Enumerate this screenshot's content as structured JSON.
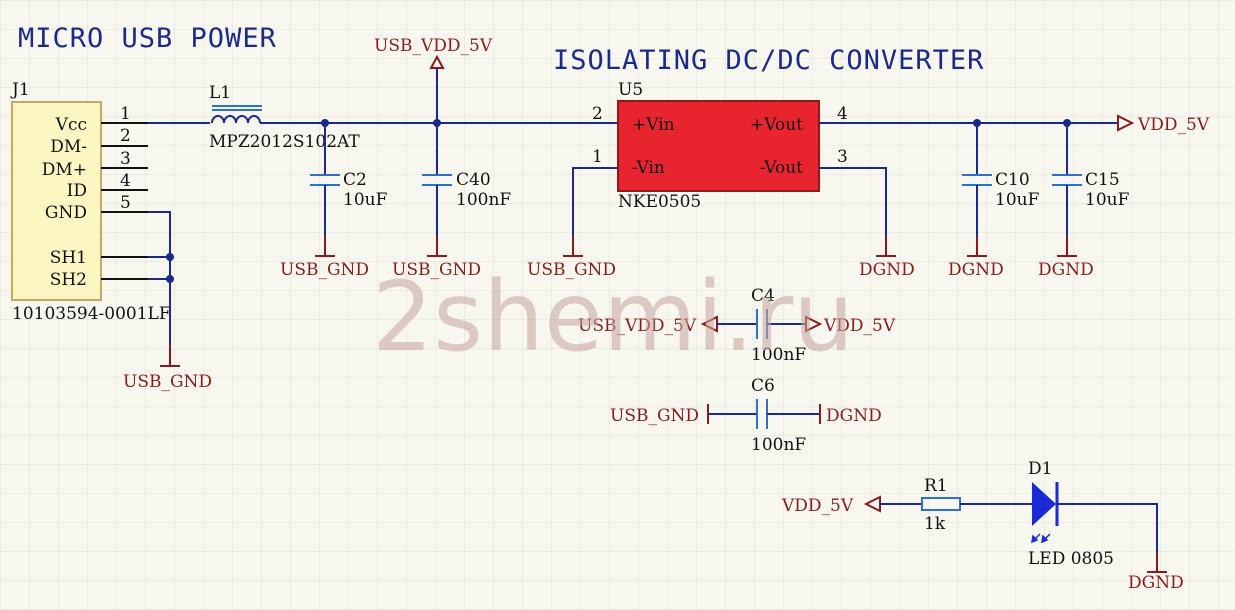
{
  "titles": {
    "left": "MICRO USB POWER",
    "right": "ISOLATING DC/DC CONVERTER"
  },
  "watermark": "2shemi.ru",
  "connector": {
    "designator": "J1",
    "part": "10103594-0001LF",
    "pins": [
      {
        "name": "Vcc",
        "num": "1"
      },
      {
        "name": "DM-",
        "num": "2"
      },
      {
        "name": "DM+",
        "num": "3"
      },
      {
        "name": "ID",
        "num": "4"
      },
      {
        "name": "GND",
        "num": "5"
      },
      {
        "name": "SH1",
        "num": ""
      },
      {
        "name": "SH2",
        "num": ""
      }
    ]
  },
  "inductor": {
    "designator": "L1",
    "part": "MPZ2012S102AT"
  },
  "converter": {
    "designator": "U5",
    "part": "NKE0505",
    "pins": [
      {
        "name": "+Vin",
        "num": "2"
      },
      {
        "name": "-Vin",
        "num": "1"
      },
      {
        "name": "+Vout",
        "num": "4"
      },
      {
        "name": "-Vout",
        "num": "3"
      }
    ]
  },
  "capacitors": {
    "c2": {
      "ref": "C2",
      "value": "10uF"
    },
    "c40": {
      "ref": "C40",
      "value": "100nF"
    },
    "c10": {
      "ref": "C10",
      "value": "10uF"
    },
    "c15": {
      "ref": "C15",
      "value": "10uF"
    },
    "c4": {
      "ref": "C4",
      "value": "100nF"
    },
    "c6": {
      "ref": "C6",
      "value": "100nF"
    }
  },
  "resistor": {
    "ref": "R1",
    "value": "1k"
  },
  "led": {
    "ref": "D1",
    "value": "LED 0805"
  },
  "nets": {
    "usb_vdd": "USB_VDD_5V",
    "vdd": "VDD_5V",
    "usb_gnd": "USB_GND",
    "dgnd": "DGND"
  },
  "colors": {
    "wire": "#1b2a8a",
    "net_label": "#8b1a1a",
    "connector_fill": "#fbf6c2",
    "connector_border": "#c8a860",
    "converter_fill": "#e8252f",
    "converter_border": "#8b1a1a",
    "grid": "#e2e2d8"
  }
}
